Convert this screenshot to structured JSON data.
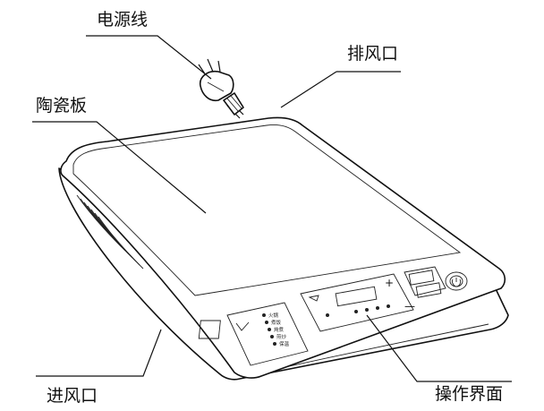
{
  "labels": {
    "power_cord": "电源线",
    "exhaust_vent": "排风口",
    "ceramic_plate": "陶瓷板",
    "intake_vent": "进风口",
    "control_panel": "操作界面"
  },
  "panel": {
    "left_buttons": [
      "火锅",
      "煮饭",
      "炖煮",
      "煎炒",
      "保温"
    ],
    "plus": "+",
    "minus": "—"
  },
  "colors": {
    "line": "#111111",
    "background": "#ffffff"
  }
}
